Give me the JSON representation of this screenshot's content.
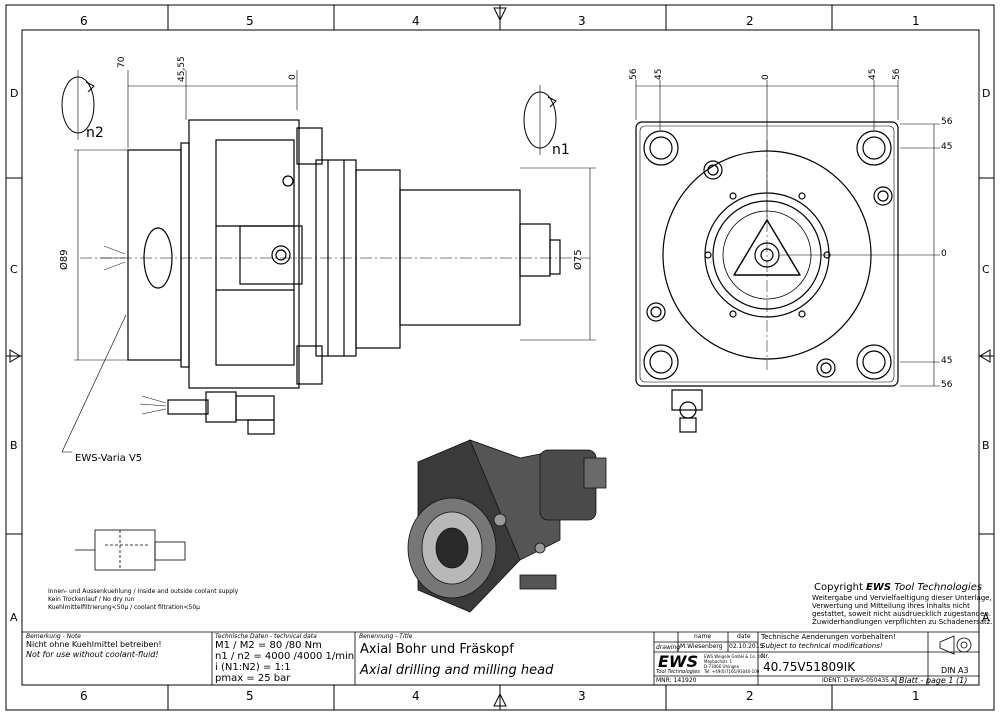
{
  "frame": {
    "columns": [
      "6",
      "5",
      "4",
      "3",
      "2",
      "1"
    ],
    "rows": [
      "D",
      "C",
      "B",
      "A"
    ]
  },
  "side_view": {
    "rotation_label": "n2",
    "dims_top": [
      "70",
      "45,55",
      "0"
    ],
    "diameter_label": "Ø89",
    "diameter_label_2": "Ø75",
    "output_rotation_label": "n1",
    "callout": "EWS-Varia V5"
  },
  "front_view": {
    "dims_top": [
      "56",
      "45",
      "0",
      "45",
      "56"
    ],
    "dims_right": [
      "56",
      "45",
      "0",
      "45",
      "56"
    ]
  },
  "coolant_notes": [
    "Innen- und Aussenkuehlung / Inside and outside coolant supply",
    "Kein Trockenlauf / No dry run",
    "Kuehlmittelfiltrierung<50µ / coolant filtration<50µ"
  ],
  "copyright": {
    "title_prefix": "Copyright ",
    "title_brand": "EWS",
    "title_suffix": " Tool Technologies",
    "lines": [
      "Weitergabe und Vervielfaeltigung dieser Unterlage,",
      "Verwertung und Mitteilung ihres Inhalts nicht",
      "gestattet, soweit nicht ausdruecklich zugestanden.",
      "Zuwiderhandlungen verpflichten zu Schadenersatz."
    ]
  },
  "title_block": {
    "note_header": "Bemerkung - Note",
    "note_de": "Nicht ohne Kuehlmittel betreiben!",
    "note_en": "Not for use without coolant-fluid!",
    "tech_header": "Technische Daten - technical data",
    "tech_rows": [
      {
        "label": "M1 / M2",
        "value": "= 80  /80  Nm"
      },
      {
        "label": "n1 / n2",
        "value": "= 4000 /4000  1/min"
      },
      {
        "label": "i  (N1:N2)",
        "value": "= 1:1"
      },
      {
        "label": "pmax",
        "value": "= 25  bar"
      }
    ],
    "name_header": "Benennung - Title",
    "title_de": "Axial Bohr und Fräskopf",
    "title_en": "Axial drilling and milling head",
    "name_col": "name",
    "date_col": "date",
    "drawing_label": "drawing",
    "drawn_by": "M.Wiesenberg",
    "drawn_date": "02.10.2015",
    "logo_text": "EWS",
    "logo_sub": "Tool Technologies",
    "company_lines": [
      "EWS Weigele GmbH & Co. KG",
      "Maybachstr. 1",
      "D-73066 Uhingen",
      "Tel. +49(0)7161/93040-100"
    ],
    "modification_de": "Technische Aenderungen vorbehalten!",
    "modification_en": "Subject to technical modifications!",
    "nr_label": "Nr.",
    "part_number": "40.75V51809IK",
    "mnr": "MNR: 141920",
    "ident": "IDENT: D-EWS-050435 A",
    "sheet": "Blatt - page  1 (1)",
    "standard": "DIN A3"
  }
}
